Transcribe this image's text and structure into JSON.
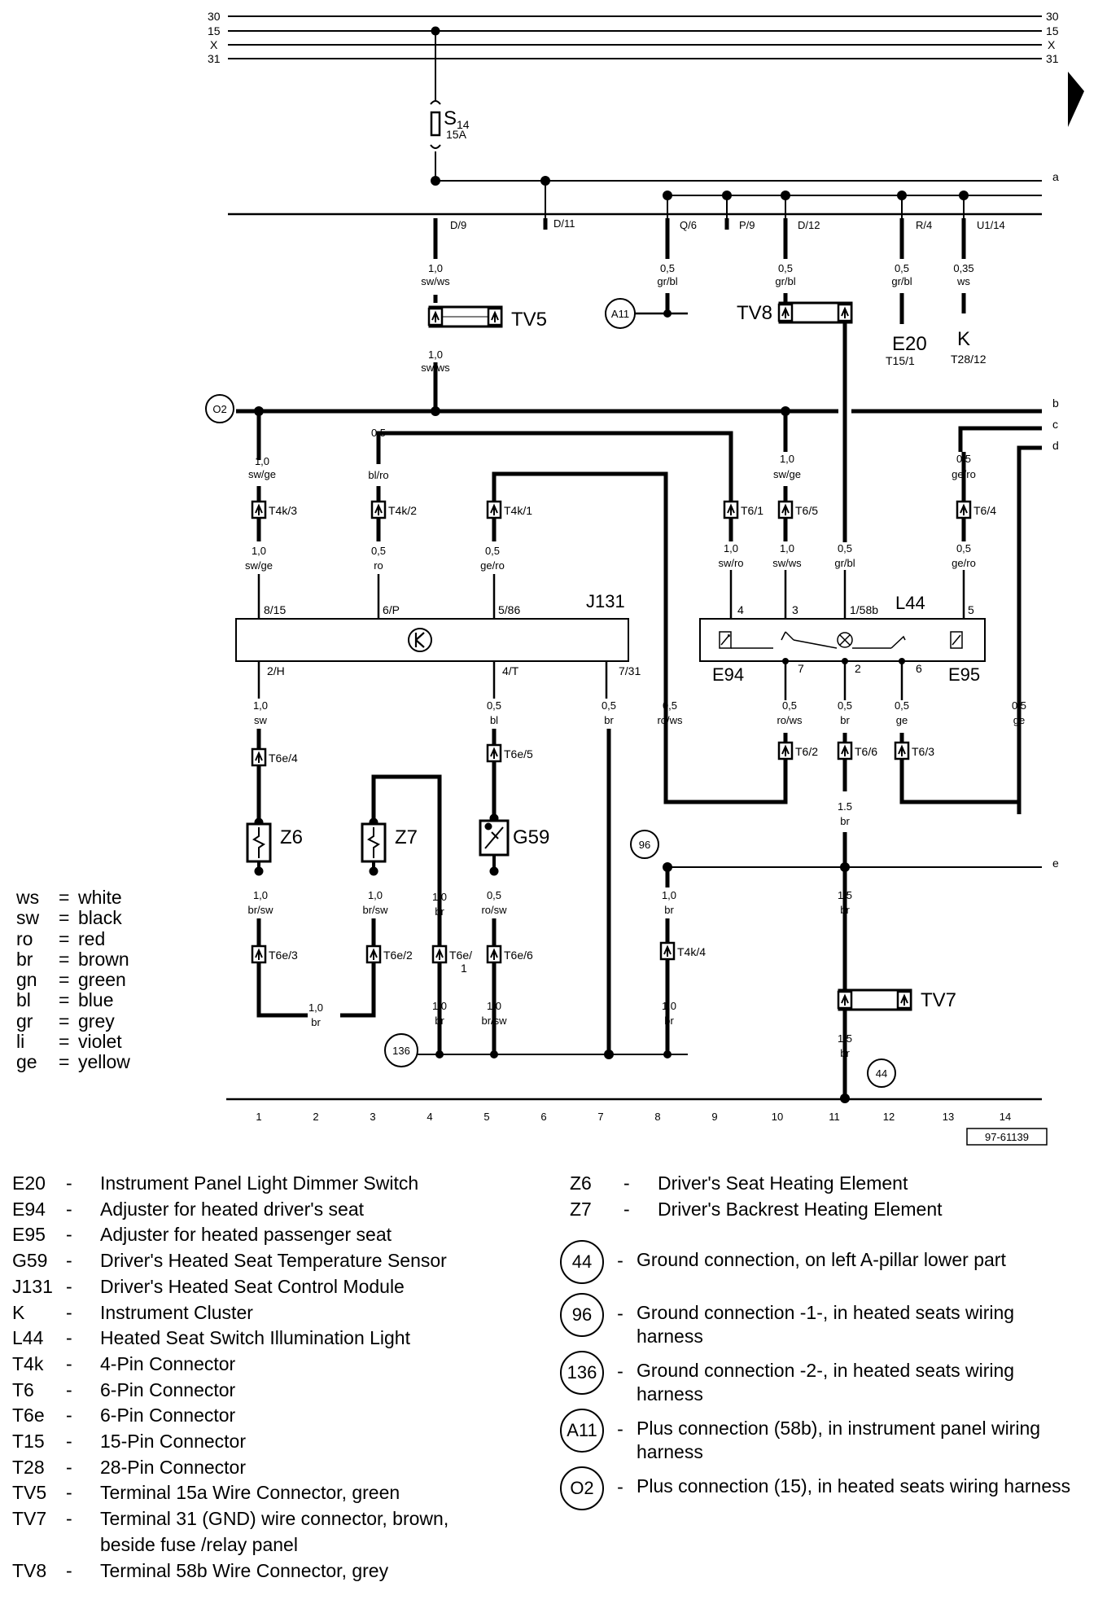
{
  "bus_labels_left": [
    "30",
    "15",
    "X",
    "31"
  ],
  "bus_labels_right": [
    "30",
    "15",
    "X",
    "31"
  ],
  "fuse": {
    "name": "S",
    "sub": "14",
    "rating": "15A"
  },
  "line_letters": [
    "a",
    "b",
    "c",
    "d",
    "e"
  ],
  "top_pins": [
    "D/9",
    "D/11",
    "Q/6",
    "P/9",
    "D/12",
    "R/4",
    "U1/14"
  ],
  "wire_labels": {
    "w1a": [
      "1,0",
      "sw/ws"
    ],
    "w1b": [
      "1,0",
      "sw/ws"
    ],
    "q6": [
      "0,5",
      "gr/bl"
    ],
    "d12": [
      "0,5",
      "gr/bl"
    ],
    "r4": [
      "0,5",
      "gr/bl"
    ],
    "u114": [
      "0,35",
      "ws"
    ],
    "c1": [
      "1,0",
      "sw/ge"
    ],
    "c2": [
      "0,5",
      "bl/ro"
    ],
    "c1b": [
      "1,0",
      "sw/ge"
    ],
    "c2b": [
      "0,5",
      "ro"
    ],
    "c3b": [
      "0,5",
      "ge/ro"
    ],
    "t61b": [
      "1,0",
      "sw/ro"
    ],
    "t65": [
      "1,0",
      "sw/ge"
    ],
    "t65b": [
      "1,0",
      "sw/ws"
    ],
    "grbl2": [
      "0,5",
      "gr/bl"
    ],
    "t64": [
      "0,5",
      "ge/ro"
    ],
    "t64b": [
      "0,5",
      "ge/ro"
    ],
    "j1": [
      "1,0",
      "sw"
    ],
    "j4": [
      "0,5",
      "bl"
    ],
    "j7": [
      "0,5",
      "br"
    ],
    "rows": [
      "0,5",
      "ro/ws"
    ],
    "l7": [
      "0,5",
      "ro/ws"
    ],
    "l2": [
      "0,5",
      "br"
    ],
    "l6": [
      "0,5",
      "ge"
    ],
    "lge": [
      "0,5",
      "ge"
    ],
    "br15a": [
      "1.5",
      "br"
    ],
    "br15b": [
      "1.5",
      "br"
    ],
    "br15c": [
      "1.5",
      "br"
    ],
    "z6b": [
      "1,0",
      "br/sw"
    ],
    "z7b": [
      "1,0",
      "br/sw"
    ],
    "c4": [
      "1,0",
      "br"
    ],
    "g59b": [
      "0,5",
      "ro/sw"
    ],
    "c8": [
      "1,0",
      "br"
    ],
    "brbot": [
      "1,0",
      "br"
    ],
    "c4b": [
      "1,0",
      "br"
    ],
    "c5b": [
      "1,0",
      "br/sw"
    ],
    "c8b": [
      "1,0",
      "br"
    ]
  },
  "connector_labels": {
    "t4k3": "T4k/3",
    "t4k2": "T4k/2",
    "t4k1": "T4k/1",
    "t61": "T6/1",
    "t65": "T6/5",
    "t64": "T6/4",
    "t6e4": "T6e/4",
    "t6e5": "T6e/5",
    "t62": "T6/2",
    "t66": "T6/6",
    "t63": "T6/3",
    "t6e3": "T6e/3",
    "t6e2": "T6e/2",
    "t6e1": "T6e/",
    "t6e1b": "1",
    "t6e6": "T6e/6",
    "t4k4": "T4k/4"
  },
  "components": {
    "tv5": "TV5",
    "tv8": "TV8",
    "tv7": "TV7",
    "e20": "E20",
    "e20sub": "T15/1",
    "k": "K",
    "ksub": "T28/12",
    "j131": "J131",
    "l44": "L44",
    "e94": "E94",
    "e95": "E95",
    "z6": "Z6",
    "z7": "Z7",
    "g59": "G59"
  },
  "j131_pins": [
    "8/15",
    "6/P",
    "5/86",
    "2/H",
    "4/T",
    "7/31"
  ],
  "l44_pins": [
    "4",
    "3",
    "1/58b",
    "5",
    "7",
    "2",
    "6"
  ],
  "grounds": [
    "O2",
    "A11",
    "96",
    "136",
    "44"
  ],
  "columns": [
    "1",
    "2",
    "3",
    "4",
    "5",
    "6",
    "7",
    "8",
    "9",
    "10",
    "11",
    "12",
    "13",
    "14"
  ],
  "diagram_id": "97-61139",
  "color_legend": [
    {
      "code": "ws",
      "name": "white"
    },
    {
      "code": "sw",
      "name": "black"
    },
    {
      "code": "ro",
      "name": "red"
    },
    {
      "code": "br",
      "name": "brown"
    },
    {
      "code": "gn",
      "name": "green"
    },
    {
      "code": "bl",
      "name": "blue"
    },
    {
      "code": "gr",
      "name": "grey"
    },
    {
      "code": "li",
      "name": "violet"
    },
    {
      "code": "ge",
      "name": "yellow"
    }
  ],
  "parts_left": [
    {
      "code": "E20",
      "desc": "Instrument Panel Light Dimmer Switch"
    },
    {
      "code": "E94",
      "desc": "Adjuster for heated driver's seat"
    },
    {
      "code": "E95",
      "desc": "Adjuster for heated passenger seat"
    },
    {
      "code": "G59",
      "desc": "Driver's Heated Seat Temperature Sensor"
    },
    {
      "code": "J131",
      "desc": "Driver's Heated Seat Control Module"
    },
    {
      "code": "K",
      "desc": "Instrument Cluster"
    },
    {
      "code": "L44",
      "desc": "Heated Seat Switch Illumination Light"
    },
    {
      "code": "T4k",
      "desc": "4-Pin Connector"
    },
    {
      "code": "T6",
      "desc": "6-Pin Connector"
    },
    {
      "code": "T6e",
      "desc": "6-Pin Connector"
    },
    {
      "code": "T15",
      "desc": "15-Pin Connector"
    },
    {
      "code": "T28",
      "desc": "28-Pin Connector"
    },
    {
      "code": "TV5",
      "desc": "Terminal 15a Wire Connector, green"
    },
    {
      "code": "TV7",
      "desc": "Terminal 31 (GND) wire connector, brown, beside fuse /relay panel"
    },
    {
      "code": "TV8",
      "desc": "Terminal 58b Wire Connector, grey"
    }
  ],
  "parts_right": [
    {
      "code": "Z6",
      "desc": "Driver's Seat Heating Element"
    },
    {
      "code": "Z7",
      "desc": "Driver's Backrest Heating Element"
    }
  ],
  "ground_items": [
    {
      "code": "44",
      "desc": "Ground connection, on left A-pillar lower part"
    },
    {
      "code": "96",
      "desc": "Ground connection -1-, in heated seats wiring harness"
    },
    {
      "code": "136",
      "desc": "Ground connection -2-, in heated seats wiring harness"
    },
    {
      "code": "A11",
      "desc": "Plus connection (58b), in instrument panel wiring harness"
    },
    {
      "code": "O2",
      "desc": "Plus connection (15), in heated seats wiring harness"
    }
  ]
}
